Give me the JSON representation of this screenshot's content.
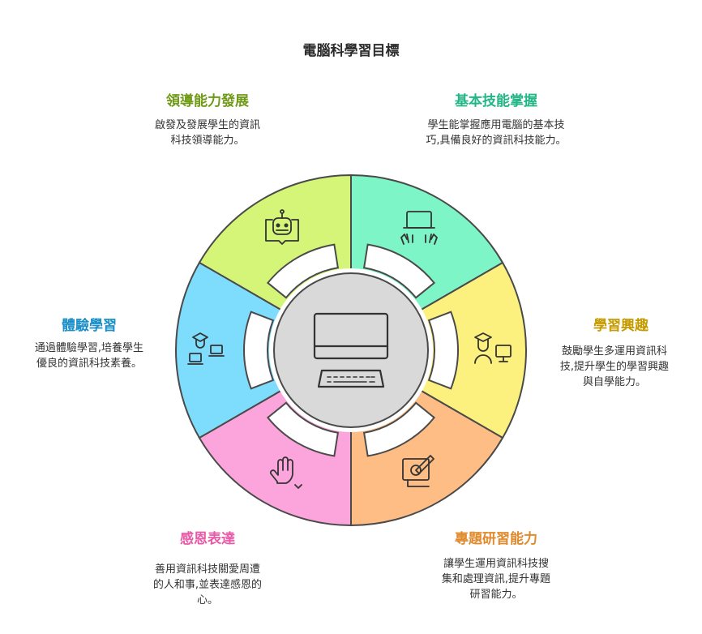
{
  "title": "電腦科學習目標",
  "segments": [
    {
      "heading": "領導能力發展",
      "lines": [
        "啟發及發展學生的資訊",
        "科技領導能力。"
      ],
      "color": "#d4f577",
      "icon": "robot-reading-icon",
      "heading_color": "#6f9a16"
    },
    {
      "heading": "基本技能掌握",
      "lines": [
        "學生能掌握應用電腦的基本技",
        "巧,具備良好的資訊科技能力。"
      ],
      "color": "#7ef5c6",
      "icon": "laptop-typing-icon",
      "heading_color": "#22b585"
    },
    {
      "heading": "學習興趣",
      "lines": [
        "鼓勵學生多運用資訊科",
        "技,提升學生的學習興趣",
        "與自學能力。"
      ],
      "color": "#fcf07e",
      "icon": "graduate-computer-icon",
      "heading_color": "#c59b00"
    },
    {
      "heading": "專題研習能力",
      "lines": [
        "讓學生運用資訊科技搜",
        "集和處理資訊,提升專題",
        "研習能力。"
      ],
      "color": "#fdbd85",
      "icon": "tablet-drawing-icon",
      "heading_color": "#e08a2c"
    },
    {
      "heading": "感恩表達",
      "lines": [
        "善用資訊科技關愛周遭",
        "的人和事,並表達感恩的",
        "心。"
      ],
      "color": "#fca4dc",
      "icon": "waving-hand-icon",
      "heading_color": "#e85aa8"
    },
    {
      "heading": "體驗學習",
      "lines": [
        "通過體驗學習,培養學生",
        "優良的資訊科技素養。"
      ],
      "color": "#7edcfc",
      "icon": "online-learning-icon",
      "heading_color": "#1a8fc7"
    }
  ]
}
